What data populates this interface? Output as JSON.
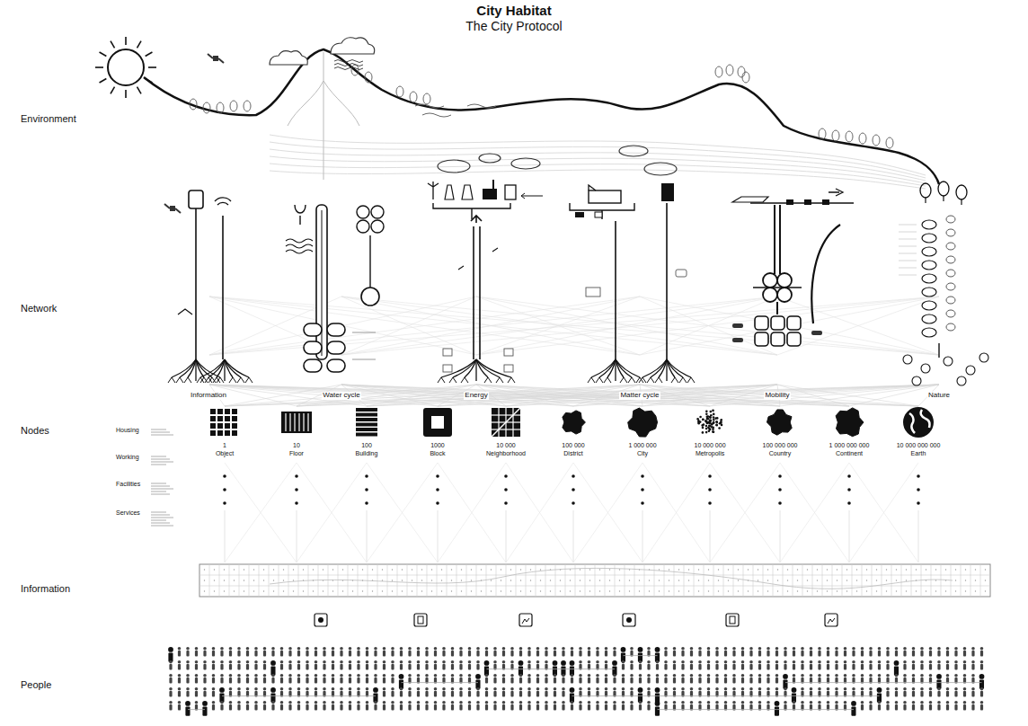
{
  "diagram": {
    "title": "City Habitat",
    "labels": [
      "The City Protocol",
      "Environment",
      "Network",
      "Nodes",
      "Information",
      "People",
      "Information",
      "Water cycle",
      "Energy",
      "Matter cycle",
      "Mobility",
      "Nature",
      "Housing",
      "Working",
      "Facilities",
      "Services",
      "1",
      "Object",
      "10",
      "Floor",
      "100",
      "Building",
      "1000",
      "Block",
      "10 000",
      "Neighborhood",
      "100 000",
      "District",
      "1 000 000",
      "City",
      "10 000 000",
      "Metropolis",
      "100 000 000",
      "Country",
      "1 000 000 000",
      "Continent",
      "10 000 000 000",
      "Earth"
    ]
  }
}
